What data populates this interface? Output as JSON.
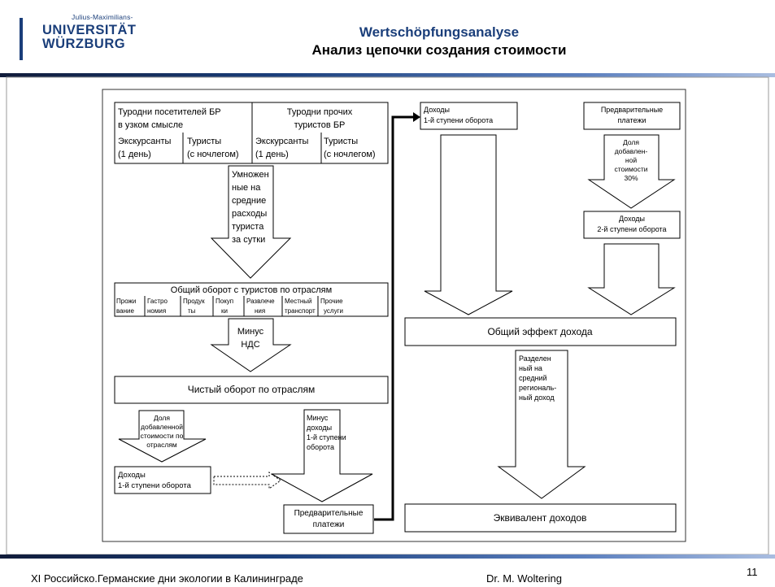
{
  "header": {
    "logo_small": "Julius-Maximilians-",
    "logo_line1": "UNIVERSITÄT",
    "logo_line2": "WÜRZBURG",
    "title": "Wertschöpfungsanalyse",
    "subtitle": "Анализ цепочки создания стоимости"
  },
  "diagram": {
    "tl_line1": "Туродни посетителей БР",
    "tl_line2": "в узком смысле",
    "tl_excur1": "Экскурсанты",
    "tl_excur2": "(1 день)",
    "tl_tour1": "Туристы",
    "tl_tour2": "(с ночлегом)",
    "tr_line1": "Туродни прочих",
    "tr_line2": "туристов БР",
    "tr_excur1": "Экскурсанты",
    "tr_excur2": "(1 день)",
    "tr_tour1": "Туристы",
    "tr_tour2": "(с ночлегом)",
    "mult_lines": [
      "Умножен",
      "ные на",
      "средние",
      "расходы",
      "туриста",
      "за сутки"
    ],
    "turnover_title": "Общий оборот с туристов по отраслям",
    "sectors": [
      [
        "Прожи",
        "вание"
      ],
      [
        "Гастро",
        "номия"
      ],
      [
        "Продук",
        "ты"
      ],
      [
        "Покуп",
        "ки"
      ],
      [
        "Развлече",
        "ния"
      ],
      [
        "Местный",
        "транспорт"
      ],
      [
        "Прочие",
        "услуги"
      ]
    ],
    "minus_vat": [
      "Минус",
      "НДС"
    ],
    "net_turnover": "Чистый оборот по отраслям",
    "share_sector": [
      "Доля",
      "добавленной",
      "стоимости по",
      "отраслям"
    ],
    "income1_left": [
      "Доходы",
      "1-й ступени оборота"
    ],
    "minus_income": [
      "Минус",
      "доходы",
      "1-й ступени",
      "оборота"
    ],
    "prepay_bottom": [
      "Предварительные",
      "платежи"
    ],
    "income1_top": [
      "Доходы",
      "1-й ступени оборота"
    ],
    "prepay_top": [
      "Предварительные",
      "платежи"
    ],
    "share30": [
      "Доля",
      "добавлен-",
      "ной",
      "стоимости",
      "30%"
    ],
    "income2": [
      "Доходы",
      "2-й ступени оборота"
    ],
    "total_effect": "Общий эффект дохода",
    "divided": [
      "Разделен",
      "ный на",
      "средний",
      "региональ-",
      "ный доход"
    ],
    "equivalent": "Эквивалент доходов"
  },
  "footer": {
    "left": "XI Российско.Германские дни экологии в Калининграде",
    "center": "Dr. M. Woltering",
    "page": "11"
  }
}
